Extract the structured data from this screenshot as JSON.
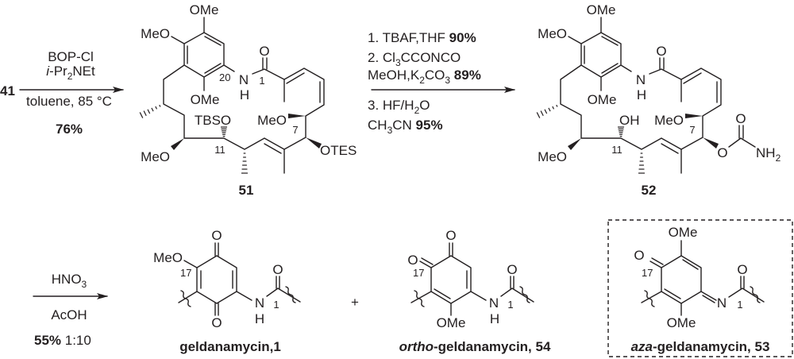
{
  "reaction1": {
    "starting_material": "41",
    "reagents_above": [
      [
        {
          "t": "BOP-Cl"
        }
      ],
      [
        {
          "t": "i",
          "i": 1
        },
        {
          "t": "-Pr"
        },
        {
          "t": "2",
          "sub": 1
        },
        {
          "t": "NEt"
        }
      ]
    ],
    "reagents_below": [
      [
        {
          "t": "toluene, 85 °C"
        }
      ],
      [
        {
          "t": "76%",
          "b": 1
        }
      ]
    ]
  },
  "reaction2": {
    "reagents_above": [
      [
        {
          "t": "1. TBAF,THF "
        },
        {
          "t": "90%",
          "b": 1
        }
      ],
      [
        {
          "t": "2. Cl"
        },
        {
          "t": "3",
          "sub": 1
        },
        {
          "t": "CCONCO"
        }
      ],
      [
        {
          "t": "MeOH,K"
        },
        {
          "t": "2",
          "sub": 1
        },
        {
          "t": "CO"
        },
        {
          "t": "3",
          "sub": 1
        },
        {
          "t": " 89%",
          "b": 1
        }
      ]
    ],
    "reagents_below": [
      [
        {
          "t": "3. HF/H"
        },
        {
          "t": "2",
          "sub": 1
        },
        {
          "t": "O"
        }
      ],
      [
        {
          "t": "CH"
        },
        {
          "t": "3",
          "sub": 1
        },
        {
          "t": "CN "
        },
        {
          "t": "95%",
          "b": 1
        }
      ]
    ]
  },
  "reaction3": {
    "reagents_above": [
      [
        {
          "t": "HNO"
        },
        {
          "t": "3",
          "sub": 1
        }
      ]
    ],
    "reagents_below": [
      [
        {
          "t": "AcOH"
        }
      ],
      [
        {
          "t": "55%",
          "b": 1
        },
        {
          "t": " 1:10"
        }
      ]
    ],
    "plus": "+"
  },
  "compound51": {
    "label": "51",
    "atoms": {
      "ome_top": "OMe",
      "meo_left": "MeO",
      "ome_bottom": "OMe",
      "n": "N",
      "h": "H",
      "o_amide": "O",
      "c20": "20",
      "c1": "1",
      "tbso": "TBSO",
      "meo_c6": "MeO",
      "c7": "7",
      "otes": "OTES",
      "meo_c12": "MeO",
      "c11": "11"
    }
  },
  "compound52": {
    "label": "52",
    "atoms": {
      "ome_top": "OMe",
      "meo_left": "MeO",
      "ome_bottom": "OMe",
      "n": "N",
      "h": "H",
      "o_amide": "O",
      "oh": "OH",
      "meo_c6": "MeO",
      "c7": "7",
      "o_carbamate": "O",
      "o_carbonyl": "O",
      "nh2": [
        {
          "t": "NH"
        },
        {
          "t": "2",
          "sub": 1
        }
      ],
      "meo_c12": "MeO",
      "c11": "11"
    }
  },
  "geldanamycin": {
    "label": [
      {
        "t": "geldanamycin,1",
        "b": 1
      }
    ],
    "atoms": {
      "o_top": "O",
      "o_bottom": "O",
      "meo": "MeO",
      "c17": "17",
      "n": "N",
      "h": "H",
      "o_amide": "O",
      "c1": "1"
    }
  },
  "ortho_geldanamycin": {
    "label": [
      {
        "t": "ortho",
        "b": 1,
        "i": 1
      },
      {
        "t": "-geldanamycin, 54",
        "b": 1
      }
    ],
    "atoms": {
      "o_top": "O",
      "o_left": "O",
      "c17": "17",
      "ome": "OMe",
      "n": "N",
      "h": "H",
      "o_amide": "O",
      "c1": "1"
    }
  },
  "aza_geldanamycin": {
    "label": [
      {
        "t": "aza",
        "b": 1,
        "i": 1
      },
      {
        "t": "-geldanamycin, 53",
        "b": 1
      }
    ],
    "atoms": {
      "ome_top": "OMe",
      "o_left": "O",
      "c17": "17",
      "ome_bottom": "OMe",
      "n": "N",
      "o_amide": "O",
      "c1": "1"
    }
  }
}
